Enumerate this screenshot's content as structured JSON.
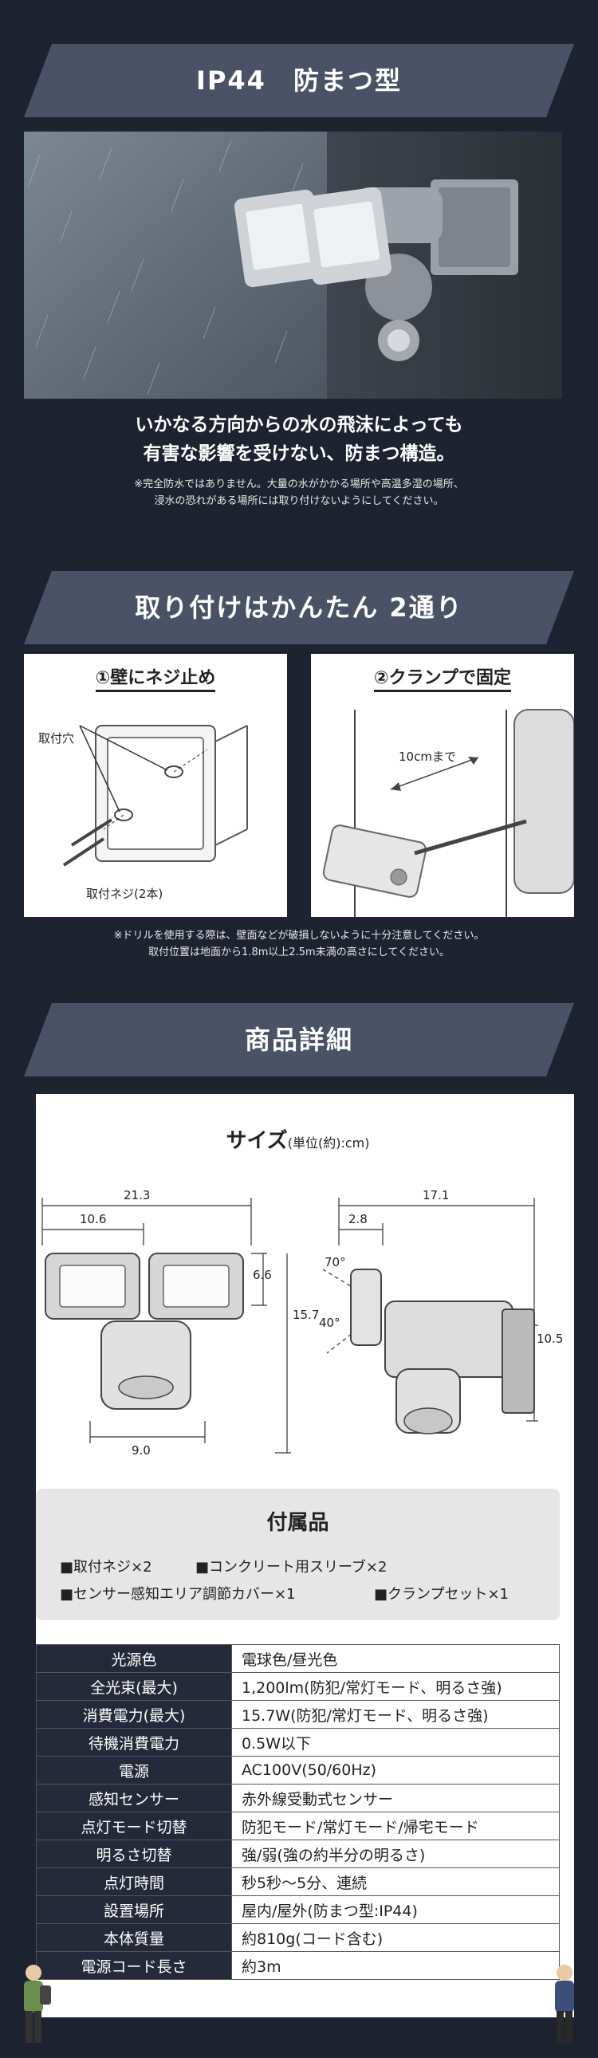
{
  "section1": {
    "title": "IP44　防まつ型",
    "lead_lines": [
      "いかなる方向からの水の飛沫によっても",
      "有害な影響を受けない、防まつ構造。"
    ],
    "notes": [
      "※完全防水ではありません。大量の水がかかる場所や高温多湿の場所、",
      "浸水の恐れがある場所には取り付けないようにしてください。"
    ]
  },
  "section2": {
    "title": "取り付けはかんたん 2通り",
    "method1": {
      "title": "①壁にネジ止め",
      "label_hole": "取付穴",
      "label_screw": "取付ネジ(2本)"
    },
    "method2": {
      "title": "②クランプで固定",
      "label_clamp": "10cmまで"
    },
    "notes": [
      "※ドリルを使用する際は、壁面などが破損しないように十分注意してください。",
      "取付位置は地面から1.8m以上2.5m未満の高さにしてください。"
    ]
  },
  "section3": {
    "title": "商品詳細",
    "size_title": "サイズ",
    "size_unit": "(単位(約):cm)",
    "dims": {
      "width_total": "21.3",
      "width_lamp": "10.6",
      "height_lamp": "6.6",
      "height_total": "15.7",
      "width_sensor": "9.0",
      "depth_total": "17.1",
      "depth_small": "2.8",
      "angle_up": "70°",
      "angle_down": "40°",
      "bracket_height": "10.5"
    },
    "accessories": {
      "title": "付属品",
      "items": [
        "■取付ネジ×2",
        "■コンクリート用スリーブ×2",
        "■センサー感知エリア調節カバー×1",
        "■クランプセット×1"
      ]
    },
    "specs": [
      {
        "key": "光源色",
        "value": "電球色/昼光色"
      },
      {
        "key": "全光束(最大)",
        "value": "1,200lm(防犯/常灯モード、明るさ強)"
      },
      {
        "key": "消費電力(最大)",
        "value": "15.7W(防犯/常灯モード、明るさ強)"
      },
      {
        "key": "待機消費電力",
        "value": "0.5W以下"
      },
      {
        "key": "電源",
        "value": "AC100V(50/60Hz)"
      },
      {
        "key": "感知センサー",
        "value": "赤外線受動式センサー"
      },
      {
        "key": "点灯モード切替",
        "value": "防犯モード/常灯モード/帰宅モード"
      },
      {
        "key": "明るさ切替",
        "value": "強/弱(強の約半分の明るさ)"
      },
      {
        "key": "点灯時間",
        "value": "秒5秒〜5分、連続"
      },
      {
        "key": "設置場所",
        "value": "屋内/屋外(防まつ型:IP44)"
      },
      {
        "key": "本体質量",
        "value": "約810g(コード含む)"
      },
      {
        "key": "電源コード長さ",
        "value": "約3m"
      }
    ]
  }
}
